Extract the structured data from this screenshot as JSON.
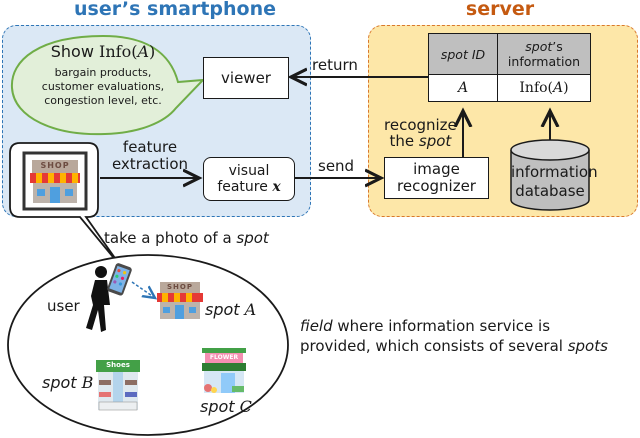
{
  "titles": {
    "phone": "user’s smartphone",
    "server": "server"
  },
  "phone": {
    "bubble_title_prefix": "Show ",
    "bubble_title_math": "Info(",
    "bubble_title_var": "A",
    "bubble_title_close": ")",
    "bubble_lines": [
      "bargain products,",
      "customer evaluations,",
      "congestion level, etc."
    ],
    "viewer_label": "viewer",
    "feature_label_line1": "feature",
    "feature_label_line2": "extraction",
    "visual_feature_line1": "visual",
    "visual_feature_line2": "feature ",
    "visual_feature_var": "x",
    "photo_icon": "shop-photo-icon",
    "photo_sign": "SHOP"
  },
  "arrows": {
    "return_label": "return",
    "send_label": "send",
    "recognize_line1": "recognize",
    "recognize_line2_prefix": "the ",
    "recognize_line2_it": "spot",
    "take_photo_prefix": "take a photo of a ",
    "take_photo_it": "spot"
  },
  "server": {
    "table": {
      "col1_header": "spot ID",
      "col2_header_it": "spot",
      "col2_header_rest": "’s",
      "col2_header_line2": "information",
      "row_id": "A",
      "row_info_prefix": "Info(",
      "row_info_var": "A",
      "row_info_close": ")"
    },
    "recognizer_line1": "image",
    "recognizer_line2": "recognizer",
    "database_line1": "information",
    "database_line2": "database"
  },
  "field": {
    "user_label": "user",
    "spots": [
      {
        "prefix": "spot ",
        "id": "A",
        "sign": "SHOP"
      },
      {
        "prefix": "spot ",
        "id": "B",
        "sign": "Shoes"
      },
      {
        "prefix": "spot ",
        "id": "C",
        "sign": "FLOWER"
      }
    ],
    "caption_it": "field",
    "caption_line1_rest": " where information service is",
    "caption_line2_prefix": "provided, which consists of several ",
    "caption_line2_it": "spots"
  },
  "colors": {
    "phone_panel": "#dbe8f5",
    "phone_accent": "#2e75b6",
    "server_panel": "#fde7a8",
    "server_accent": "#c55a11",
    "bubble_fill": "#e2efd9",
    "bubble_border": "#70ad47",
    "table_header": "#bfbfbf",
    "database_fill": "#bfbfbf"
  }
}
